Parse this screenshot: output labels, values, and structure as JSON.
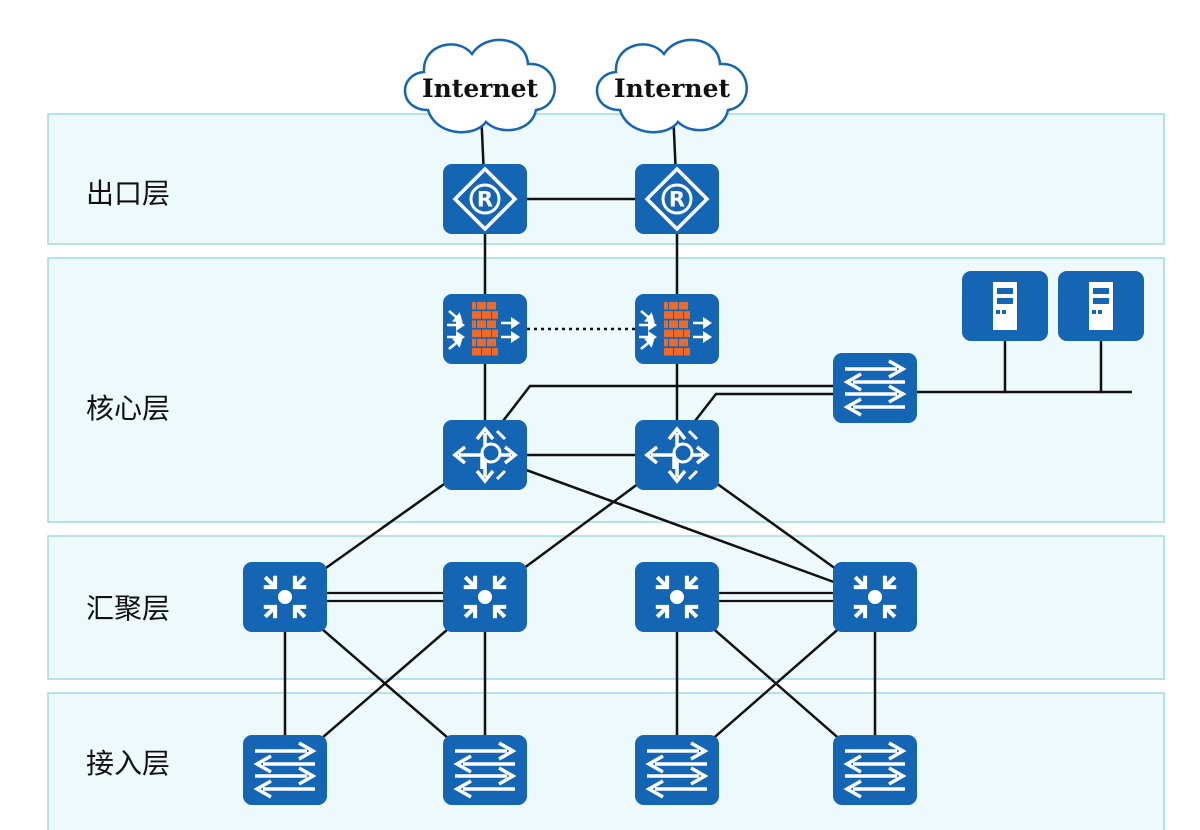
{
  "colors": {
    "layer_fill": "#eef9fc",
    "layer_border": "#9edbe8",
    "device_blue": "#1565b5",
    "firewall_brick": "#ef6a28",
    "icon_white": "#ffffff",
    "link": "#111111"
  },
  "clouds": [
    {
      "id": "internet-1",
      "label": "Internet"
    },
    {
      "id": "internet-2",
      "label": "Internet"
    }
  ],
  "layers": [
    {
      "id": "egress",
      "label": "出口层"
    },
    {
      "id": "core",
      "label": "核心层"
    },
    {
      "id": "aggregation",
      "label": "汇聚层"
    },
    {
      "id": "access",
      "label": "接入层"
    }
  ],
  "devices": [
    {
      "id": "router-1",
      "type": "router",
      "icon": "router-icon"
    },
    {
      "id": "router-2",
      "type": "router",
      "icon": "router-icon"
    },
    {
      "id": "firewall-1",
      "type": "firewall",
      "icon": "firewall-icon"
    },
    {
      "id": "firewall-2",
      "type": "firewall",
      "icon": "firewall-icon"
    },
    {
      "id": "core-switch-1",
      "type": "core-switch",
      "icon": "core-switch-icon"
    },
    {
      "id": "core-switch-2",
      "type": "core-switch",
      "icon": "core-switch-icon"
    },
    {
      "id": "server-switch",
      "type": "switch",
      "icon": "switch-icon"
    },
    {
      "id": "server-1",
      "type": "server",
      "icon": "server-icon"
    },
    {
      "id": "server-2",
      "type": "server",
      "icon": "server-icon"
    },
    {
      "id": "agg-switch-1",
      "type": "agg-switch",
      "icon": "aggregation-switch-icon"
    },
    {
      "id": "agg-switch-2",
      "type": "agg-switch",
      "icon": "aggregation-switch-icon"
    },
    {
      "id": "agg-switch-3",
      "type": "agg-switch",
      "icon": "aggregation-switch-icon"
    },
    {
      "id": "agg-switch-4",
      "type": "agg-switch",
      "icon": "aggregation-switch-icon"
    },
    {
      "id": "access-switch-1",
      "type": "switch",
      "icon": "switch-icon"
    },
    {
      "id": "access-switch-2",
      "type": "switch",
      "icon": "switch-icon"
    },
    {
      "id": "access-switch-3",
      "type": "switch",
      "icon": "switch-icon"
    },
    {
      "id": "access-switch-4",
      "type": "switch",
      "icon": "switch-icon"
    }
  ],
  "links": [
    {
      "from": "internet-1",
      "to": "router-1",
      "style": "solid"
    },
    {
      "from": "internet-2",
      "to": "router-2",
      "style": "solid"
    },
    {
      "from": "router-1",
      "to": "router-2",
      "style": "solid"
    },
    {
      "from": "router-1",
      "to": "firewall-1",
      "style": "solid"
    },
    {
      "from": "router-2",
      "to": "firewall-2",
      "style": "solid"
    },
    {
      "from": "firewall-1",
      "to": "firewall-2",
      "style": "dotted"
    },
    {
      "from": "firewall-1",
      "to": "core-switch-1",
      "style": "solid"
    },
    {
      "from": "firewall-2",
      "to": "core-switch-2",
      "style": "solid"
    },
    {
      "from": "core-switch-1",
      "to": "core-switch-2",
      "style": "solid"
    },
    {
      "from": "core-switch-1",
      "to": "server-switch",
      "style": "solid"
    },
    {
      "from": "core-switch-2",
      "to": "server-switch",
      "style": "solid"
    },
    {
      "from": "server-switch",
      "to": "server-1",
      "style": "solid"
    },
    {
      "from": "server-switch",
      "to": "server-2",
      "style": "solid"
    },
    {
      "from": "core-switch-1",
      "to": "agg-switch-1",
      "style": "solid"
    },
    {
      "from": "core-switch-1",
      "to": "agg-switch-4",
      "style": "solid"
    },
    {
      "from": "core-switch-2",
      "to": "agg-switch-2",
      "style": "solid"
    },
    {
      "from": "core-switch-2",
      "to": "agg-switch-4",
      "style": "solid"
    },
    {
      "from": "agg-switch-1",
      "to": "agg-switch-2",
      "style": "double"
    },
    {
      "from": "agg-switch-3",
      "to": "agg-switch-4",
      "style": "double"
    },
    {
      "from": "agg-switch-1",
      "to": "access-switch-1",
      "style": "solid"
    },
    {
      "from": "agg-switch-1",
      "to": "access-switch-2",
      "style": "solid"
    },
    {
      "from": "agg-switch-2",
      "to": "access-switch-1",
      "style": "solid"
    },
    {
      "from": "agg-switch-2",
      "to": "access-switch-2",
      "style": "solid"
    },
    {
      "from": "agg-switch-3",
      "to": "access-switch-3",
      "style": "solid"
    },
    {
      "from": "agg-switch-3",
      "to": "access-switch-4",
      "style": "solid"
    },
    {
      "from": "agg-switch-4",
      "to": "access-switch-3",
      "style": "solid"
    },
    {
      "from": "agg-switch-4",
      "to": "access-switch-4",
      "style": "solid"
    }
  ]
}
